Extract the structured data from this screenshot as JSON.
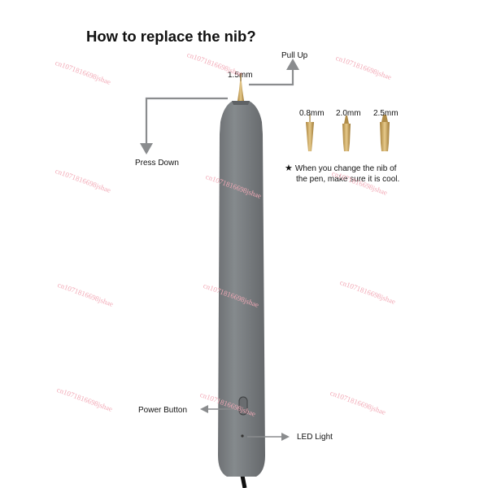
{
  "title": "How to replace the nib?",
  "labels": {
    "pull_up": "Pull Up",
    "press_down": "Press Down",
    "nib_current": "1.5mm",
    "power_button": "Power Button",
    "led_light": "LED Light"
  },
  "nib_sizes": [
    "0.8mm",
    "2.0mm",
    "2.5mm"
  ],
  "note": {
    "icon": "star-icon",
    "line1": "When you change the nib of",
    "line2": "the pen, make sure it is cool."
  },
  "watermark": "cn1071816698jshae",
  "colors": {
    "pen_body": "#7a7d80",
    "nib_gold": "#c9a45a",
    "arrow": "#8a8c8e",
    "watermark": "#f2a9b6"
  }
}
